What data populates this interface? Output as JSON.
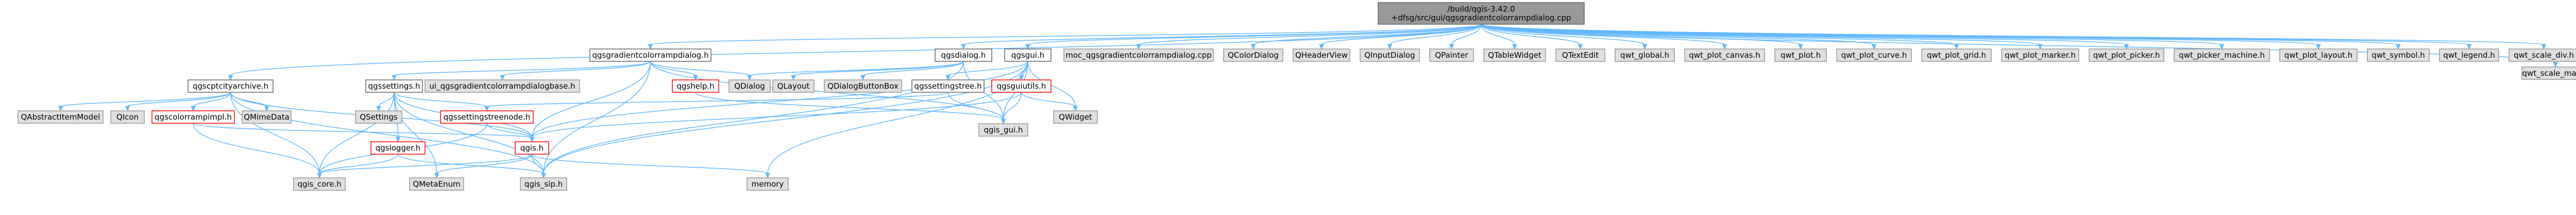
{
  "colors": {
    "root_fill": "#999999",
    "include_fill": "#ffffff",
    "system_fill": "#e0e0e0",
    "red_border": "#ff0000",
    "gray_border": "#999999",
    "edge": "#63b8ff"
  },
  "nodes": [
    {
      "id": "root",
      "label": "/build/qgis-3.42.0\n+dfsg/src/gui/qgsgradientcolorrampdialog.cpp",
      "style": "root"
    },
    {
      "id": "qgsgradientcolorrampdialog_h",
      "label": "qgsgradientcolorrampdialog.h",
      "style": "include"
    },
    {
      "id": "qgscptcityarchive_h",
      "label": "qgscptcityarchive.h",
      "style": "include"
    },
    {
      "id": "qgsdialog_h",
      "label": "qgsdialog.h",
      "style": "include"
    },
    {
      "id": "qgsgui_h",
      "label": "qgsgui.h",
      "style": "include"
    },
    {
      "id": "moc",
      "label": "moc_qgsgradientcolorrampdialog.cpp",
      "style": "system"
    },
    {
      "id": "QColorDialog",
      "label": "QColorDialog",
      "style": "system"
    },
    {
      "id": "QHeaderView",
      "label": "QHeaderView",
      "style": "system"
    },
    {
      "id": "QInputDialog",
      "label": "QInputDialog",
      "style": "system"
    },
    {
      "id": "QPainter",
      "label": "QPainter",
      "style": "system"
    },
    {
      "id": "QTableWidget",
      "label": "QTableWidget",
      "style": "system"
    },
    {
      "id": "QTextEdit",
      "label": "QTextEdit",
      "style": "system"
    },
    {
      "id": "qwt_global_h",
      "label": "qwt_global.h",
      "style": "system"
    },
    {
      "id": "qwt_plot_canvas_h",
      "label": "qwt_plot_canvas.h",
      "style": "system"
    },
    {
      "id": "qwt_plot_h",
      "label": "qwt_plot.h",
      "style": "system"
    },
    {
      "id": "qwt_plot_curve_h",
      "label": "qwt_plot_curve.h",
      "style": "system"
    },
    {
      "id": "qwt_plot_grid_h",
      "label": "qwt_plot_grid.h",
      "style": "system"
    },
    {
      "id": "qwt_plot_marker_h",
      "label": "qwt_plot_marker.h",
      "style": "system"
    },
    {
      "id": "qwt_plot_picker_h",
      "label": "qwt_plot_picker.h",
      "style": "system"
    },
    {
      "id": "qwt_picker_machine_h",
      "label": "qwt_picker_machine.h",
      "style": "system"
    },
    {
      "id": "qwt_plot_layout_h",
      "label": "qwt_plot_layout.h",
      "style": "system"
    },
    {
      "id": "qwt_symbol_h",
      "label": "qwt_symbol.h",
      "style": "system"
    },
    {
      "id": "qwt_legend_h",
      "label": "qwt_legend.h",
      "style": "system"
    },
    {
      "id": "qwt_scale_div_h",
      "label": "qwt_scale_div.h",
      "style": "system"
    },
    {
      "id": "qwt_scale_map_h",
      "label": "qwt_scale_map.h",
      "style": "system"
    },
    {
      "id": "ui_qgsgradientcolorrampdialogbase_h",
      "label": "ui_qgsgradientcolorrampdialogbase.h",
      "style": "system"
    },
    {
      "id": "qgssettings_h",
      "label": "qgssettings.h",
      "style": "include"
    },
    {
      "id": "qgshelp_h",
      "label": "qgshelp.h",
      "style": "red"
    },
    {
      "id": "QDialog",
      "label": "QDialog",
      "style": "system"
    },
    {
      "id": "QLayout",
      "label": "QLayout",
      "style": "system"
    },
    {
      "id": "QDialogButtonBox",
      "label": "QDialogButtonBox",
      "style": "system"
    },
    {
      "id": "qgssettingstree_h",
      "label": "qgssettingstree.h",
      "style": "include"
    },
    {
      "id": "qgsguiutils_h",
      "label": "qgsguiutils.h",
      "style": "red"
    },
    {
      "id": "QWidget",
      "label": "QWidget",
      "style": "system"
    },
    {
      "id": "QAbstractItemModel",
      "label": "QAbstractItemModel",
      "style": "system"
    },
    {
      "id": "QIcon",
      "label": "QIcon",
      "style": "system"
    },
    {
      "id": "qgscolorrampimpl_h",
      "label": "qgscolorrampimpl.h",
      "style": "red"
    },
    {
      "id": "QMimeData",
      "label": "QMimeData",
      "style": "system"
    },
    {
      "id": "QSettings",
      "label": "QSettings",
      "style": "system"
    },
    {
      "id": "qgssettingstreenode_h",
      "label": "qgssettingstreenode.h",
      "style": "red"
    },
    {
      "id": "qgis_gui_h",
      "label": "qgis_gui.h",
      "style": "system"
    },
    {
      "id": "qgslogger_h",
      "label": "qgslogger.h",
      "style": "red"
    },
    {
      "id": "qgis_h",
      "label": "qgis.h",
      "style": "red"
    },
    {
      "id": "qgis_core_h",
      "label": "qgis_core.h",
      "style": "system"
    },
    {
      "id": "QMetaEnum",
      "label": "QMetaEnum",
      "style": "system"
    },
    {
      "id": "memory",
      "label": "memory",
      "style": "system"
    },
    {
      "id": "qgis_sip_h",
      "label": "qgis_sip.h",
      "style": "system"
    }
  ],
  "edges": [
    [
      "root",
      "qgsgradientcolorrampdialog_h"
    ],
    [
      "root",
      "qgscptcityarchive_h"
    ],
    [
      "root",
      "qgsdialog_h"
    ],
    [
      "root",
      "qgsgui_h"
    ],
    [
      "root",
      "moc"
    ],
    [
      "root",
      "QColorDialog"
    ],
    [
      "root",
      "QHeaderView"
    ],
    [
      "root",
      "QInputDialog"
    ],
    [
      "root",
      "QPainter"
    ],
    [
      "root",
      "QTableWidget"
    ],
    [
      "root",
      "QTextEdit"
    ],
    [
      "root",
      "qwt_global_h"
    ],
    [
      "root",
      "qwt_plot_canvas_h"
    ],
    [
      "root",
      "qwt_plot_h"
    ],
    [
      "root",
      "qwt_plot_curve_h"
    ],
    [
      "root",
      "qwt_plot_grid_h"
    ],
    [
      "root",
      "qwt_plot_marker_h"
    ],
    [
      "root",
      "qwt_plot_picker_h"
    ],
    [
      "root",
      "qwt_picker_machine_h"
    ],
    [
      "root",
      "qwt_plot_layout_h"
    ],
    [
      "root",
      "qwt_symbol_h"
    ],
    [
      "root",
      "qwt_legend_h"
    ],
    [
      "root",
      "qwt_scale_div_h"
    ],
    [
      "root",
      "qwt_scale_map_h"
    ],
    [
      "qgsgradientcolorrampdialog_h",
      "ui_qgsgradientcolorrampdialogbase_h"
    ],
    [
      "qgsgradientcolorrampdialog_h",
      "qgssettings_h"
    ],
    [
      "qgsgradientcolorrampdialog_h",
      "qgshelp_h"
    ],
    [
      "qgsgradientcolorrampdialog_h",
      "QDialog"
    ],
    [
      "qgsgradientcolorrampdialog_h",
      "qgis_gui_h"
    ],
    [
      "qgsgradientcolorrampdialog_h",
      "qgis_sip_h"
    ],
    [
      "qgsgradientcolorrampdialog_h",
      "qgis_h"
    ],
    [
      "qgscptcityarchive_h",
      "QAbstractItemModel"
    ],
    [
      "qgscptcityarchive_h",
      "QIcon"
    ],
    [
      "qgscptcityarchive_h",
      "qgscolorrampimpl_h"
    ],
    [
      "qgscptcityarchive_h",
      "QMimeData"
    ],
    [
      "qgscptcityarchive_h",
      "qgis_core_h"
    ],
    [
      "qgscptcityarchive_h",
      "qgis_sip_h"
    ],
    [
      "qgscptcityarchive_h",
      "qgis_h"
    ],
    [
      "qgsdialog_h",
      "QDialog"
    ],
    [
      "qgsdialog_h",
      "QLayout"
    ],
    [
      "qgsdialog_h",
      "QDialogButtonBox"
    ],
    [
      "qgsdialog_h",
      "qgis_gui_h"
    ],
    [
      "qgsdialog_h",
      "qgis_sip_h"
    ],
    [
      "qgsgui_h",
      "qgssettingstree_h"
    ],
    [
      "qgsgui_h",
      "qgsguiutils_h"
    ],
    [
      "qgsgui_h",
      "QWidget"
    ],
    [
      "qgsgui_h",
      "qgis_gui_h"
    ],
    [
      "qgsgui_h",
      "qgis_sip_h"
    ],
    [
      "qgsgui_h",
      "qgis_h"
    ],
    [
      "qgsgui_h",
      "memory"
    ],
    [
      "qgssettings_h",
      "QSettings"
    ],
    [
      "qgssettings_h",
      "qgssettingstreenode_h"
    ],
    [
      "qgssettings_h",
      "qgslogger_h"
    ],
    [
      "qgssettings_h",
      "qgis_core_h"
    ],
    [
      "qgssettings_h",
      "QMetaEnum"
    ],
    [
      "qgssettings_h",
      "qgis_sip_h"
    ],
    [
      "qgssettings_h",
      "qgis_h"
    ],
    [
      "qgssettingstree_h",
      "qgssettingstreenode_h"
    ],
    [
      "qgssettingstree_h",
      "qgis_gui_h"
    ],
    [
      "qgsguiutils_h",
      "QWidget"
    ],
    [
      "qgsguiutils_h",
      "qgis_gui_h"
    ],
    [
      "qgsguiutils_h",
      "qgis_h"
    ],
    [
      "qgscolorrampimpl_h",
      "qgis_core_h"
    ],
    [
      "qgscolorrampimpl_h",
      "qgis_h"
    ],
    [
      "qgssettingstreenode_h",
      "qgis_core_h"
    ],
    [
      "qgssettingstreenode_h",
      "qgis_h"
    ],
    [
      "qgslogger_h",
      "qgis_core_h"
    ],
    [
      "qgslogger_h",
      "qgis_sip_h"
    ],
    [
      "qgis_h",
      "qgis_core_h"
    ],
    [
      "qgis_h",
      "QMetaEnum"
    ],
    [
      "qgis_h",
      "memory"
    ],
    [
      "qgis_h",
      "qgis_sip_h"
    ],
    [
      "qgshelp_h",
      "qgis_gui_h"
    ]
  ]
}
